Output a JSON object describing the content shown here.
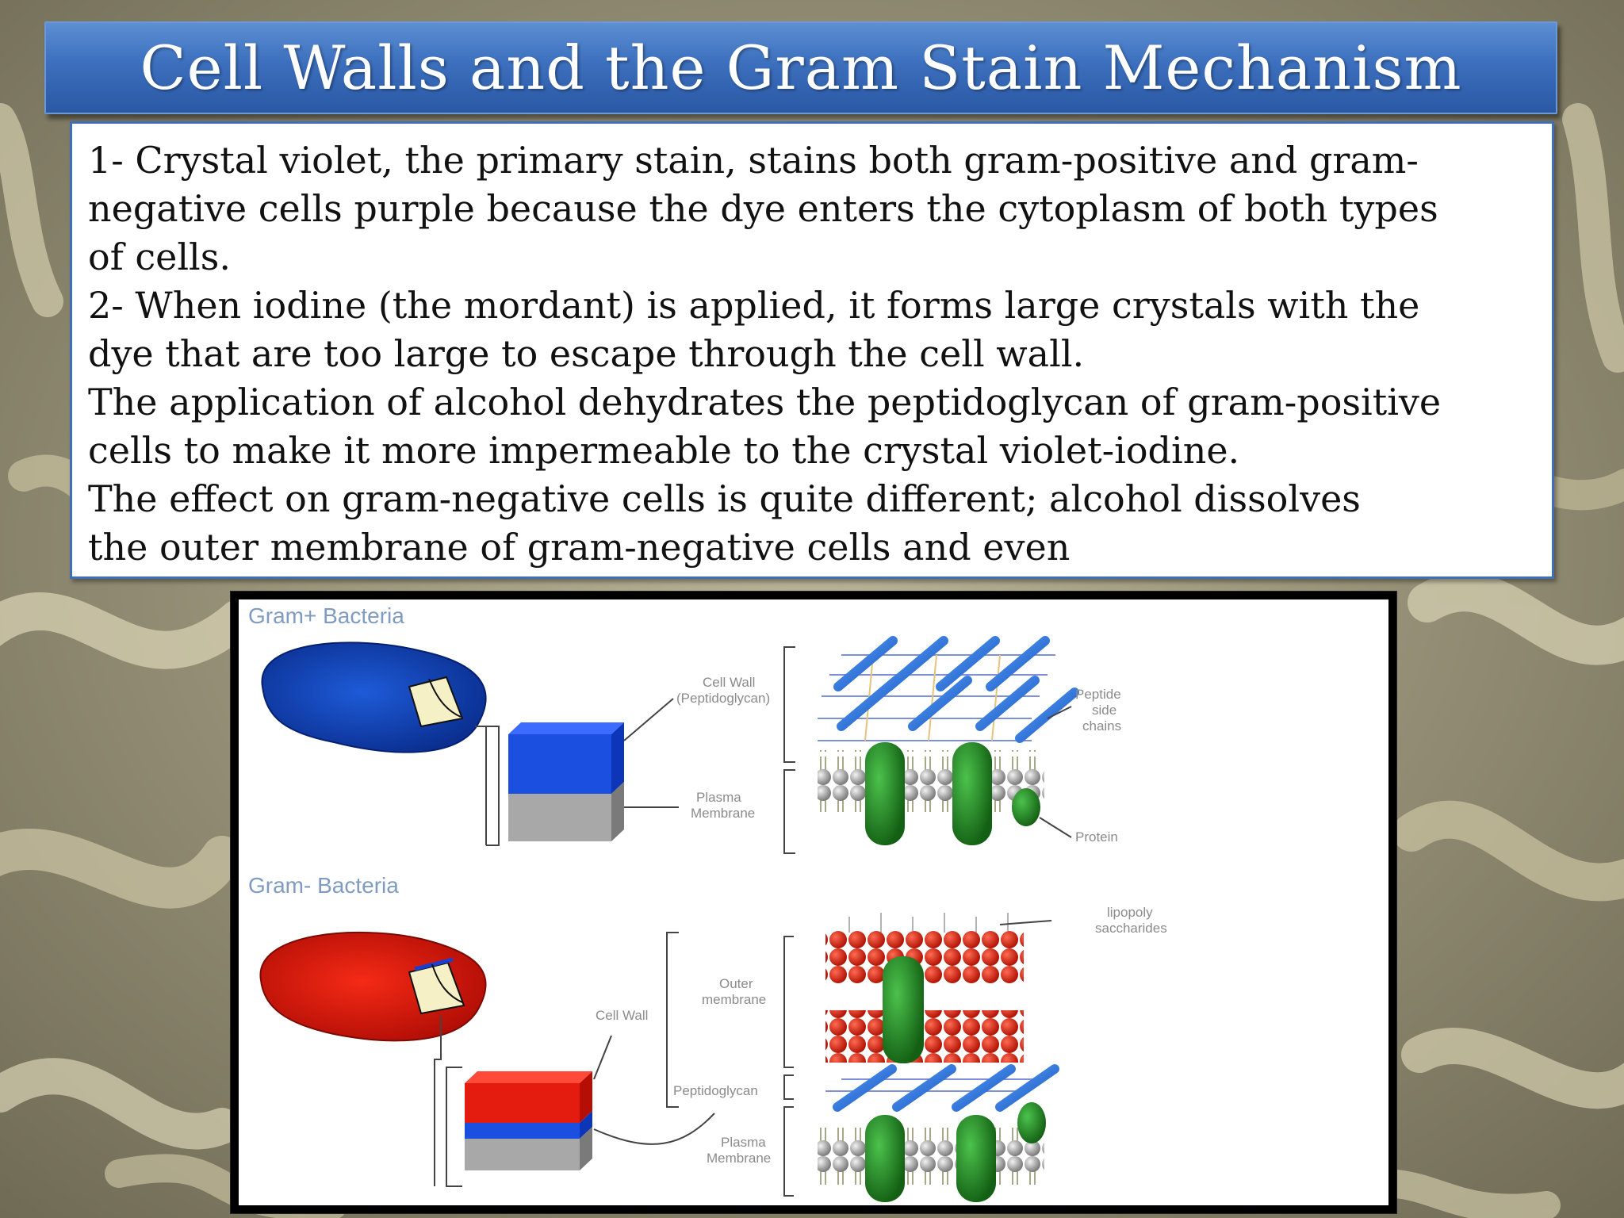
{
  "slide": {
    "title": "Cell Walls and the Gram Stain Mechanism",
    "paragraphs": [
      "1- Crystal violet, the primary stain, stains both gram-positive and gram-",
      "negative cells purple because the dye enters the cytoplasm of both types",
      "of cells.",
      "2- When iodine (the mordant) is applied, it forms large crystals with the",
      "dye that are too large to escape through the cell wall.",
      "The application of alcohol dehydrates the peptidoglycan of gram-positive",
      "cells to make it more impermeable to the crystal violet-iodine.",
      "The effect on gram-negative cells is quite different; alcohol dissolves",
      "the outer membrane of gram-negative cells and even"
    ]
  },
  "figure": {
    "gram_positive": {
      "heading": "Gram+ Bacteria",
      "cell_wall_label": "Cell Wall",
      "cell_wall_sub": "(Peptidoglycan)",
      "plasma_label": "Plasma",
      "plasma_sub": "Membrane",
      "peptide_label_1": "Peptide",
      "peptide_label_2": "side",
      "peptide_label_3": "chains",
      "protein_label": "Protein",
      "wall_color": "#1b4fe0",
      "membrane_color": "#a8a8a8"
    },
    "gram_negative": {
      "heading": "Gram- Bacteria",
      "lps_label_1": "lipopoly",
      "lps_label_2": "saccharides",
      "outer_label_1": "Outer",
      "outer_label_2": "membrane",
      "cell_wall_label": "Cell Wall",
      "peptidoglycan_label": "Peptidoglycan",
      "plasma_label": "Plasma",
      "plasma_sub": "Membrane",
      "outer_color": "#e41c10",
      "wall_color": "#1b4fe0",
      "membrane_color": "#a8a8a8"
    }
  },
  "colors": {
    "title_bar": "#3c6fbd",
    "text_box_border": "#3e6fb8",
    "protein": "#2a8a2a",
    "peptidoglycan_rod": "#1e6fd0"
  }
}
